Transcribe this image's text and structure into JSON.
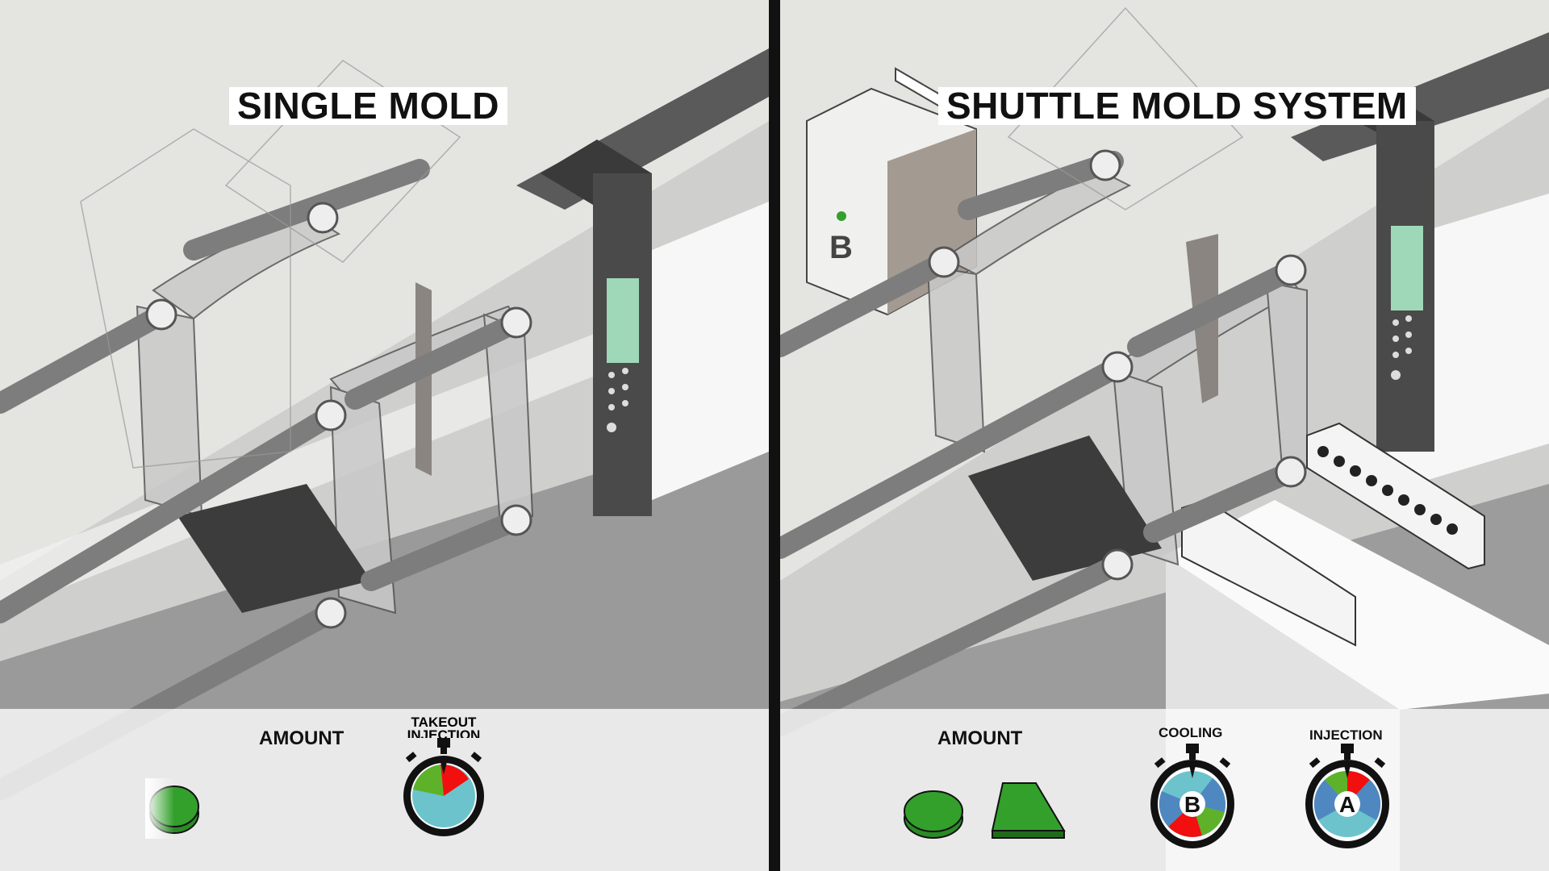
{
  "left_panel": {
    "title": "SINGLE MOLD",
    "amount_label": "AMOUNT",
    "timer_label_top": "TAKEOUT",
    "timer_label_bottom": "INJECTION"
  },
  "right_panel": {
    "title": "SHUTTLE MOLD SYSTEM",
    "mold_marker": "B",
    "amount_label": "AMOUNT",
    "cooling_label": "COOLING",
    "cooling_timer_letter": "B",
    "injection_label": "INJECTION",
    "injection_timer_letter": "A"
  },
  "colors": {
    "green": "#33a02c",
    "red": "#f20f0f",
    "cyan": "#6cc3cc",
    "blue": "#4f88c0",
    "lime": "#5db22a",
    "screen": "#9fd8b8"
  }
}
